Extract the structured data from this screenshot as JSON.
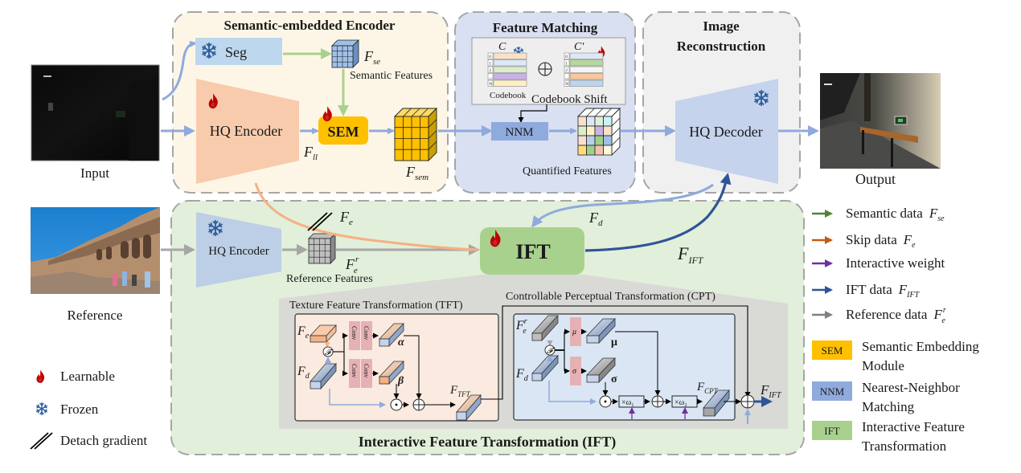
{
  "labels": {
    "input": "Input",
    "reference": "Reference",
    "output": "Output"
  },
  "encoder": {
    "title": "Semantic-embedded Encoder",
    "seg": "Seg",
    "hq_encoder": "HQ Encoder",
    "sem": "SEM",
    "f_se": "F",
    "f_se_sub": "se",
    "semantic_features": "Semantic Features",
    "f_ll": "F",
    "f_ll_sub": "ll",
    "f_sem": "F",
    "f_sem_sub": "sem"
  },
  "matching": {
    "title": "Feature Matching",
    "codebook_c": "C",
    "codebook_c_prime": "C'",
    "codebook": "Codebook",
    "codebook_shift": "Codebook Shift",
    "nnm": "NNM",
    "quantified_features": "Quantified Features",
    "rows": [
      "0",
      "1",
      "2",
      "...",
      "N"
    ],
    "codebook_colors": [
      "#fbe0c8",
      "#dce8f5",
      "#dceccd",
      "#c9b2e6",
      "#fff0c4"
    ],
    "shift_colors": [
      "#dce8f5",
      "#b7d7a0",
      "#f5f5f5",
      "#f8c8a0",
      "#bcd6ee"
    ],
    "quant_colors": [
      [
        "#f9dfce",
        "#dce8f5",
        "#e1efd5",
        "#c7f5f7"
      ],
      [
        "#dcefc9",
        "#fff1c2",
        "#c9b2e6",
        "#fbe0c8"
      ],
      [
        "#f9dfce",
        "#b7d0ea",
        "#9fd089",
        "#9fc0e8"
      ],
      [
        "#ffdc7a",
        "#9fd089",
        "#f5c0b0",
        "#fff8dd"
      ]
    ]
  },
  "reconstruction": {
    "title_line1": "Image",
    "title_line2": "Reconstruction",
    "hq_decoder": "HQ Decoder"
  },
  "ift": {
    "title": "Interactive Feature Transformation (IFT)",
    "block": "IFT",
    "hq_encoder": "HQ Encoder",
    "reference_features": "Reference Features",
    "f_e": "F",
    "f_e_sub": "e",
    "f_er_sup": "r",
    "f_d": "F",
    "f_d_sub": "d",
    "f_ift": "F",
    "f_ift_sub": "IFT",
    "tft_title": "Texture Feature Transformation (TFT)",
    "cpt_title": "Controllable Perceptual Transformation (CPT)",
    "conv": "Conv",
    "alpha": "α",
    "beta": "β",
    "mu": "μ",
    "sigma": "σ",
    "f_tft_sub": "TFT",
    "f_cpt_sub": "CPT",
    "fusion": "𝓕",
    "w1": "×ω₁",
    "w2": "×ω₂"
  },
  "legend": {
    "learnable": "Learnable",
    "frozen": "Frozen",
    "detach": "Detach gradient",
    "arrows": [
      {
        "label": "Semantic data",
        "sym": "F",
        "sub": "se",
        "sup": "",
        "color": "#548235"
      },
      {
        "label": "Skip data",
        "sym": "F",
        "sub": "e",
        "sup": "",
        "color": "#c55a11"
      },
      {
        "label": "Interactive weight",
        "sym": "",
        "sub": "",
        "sup": "",
        "color": "#7030a0"
      },
      {
        "label": "IFT data",
        "sym": "F",
        "sub": "IFT",
        "sup": "",
        "color": "#2f5597"
      },
      {
        "label": "Reference data",
        "sym": "F",
        "sub": "e",
        "sup": "r",
        "color": "#808080"
      }
    ],
    "modules": [
      {
        "abbr": "SEM",
        "line1": "Semantic Embedding",
        "line2": "Module",
        "color": "#ffc000"
      },
      {
        "abbr": "NNM",
        "line1": "Nearest-Neighbor",
        "line2": "Matching",
        "color": "#8faadc"
      },
      {
        "abbr": "IFT",
        "line1": "Interactive Feature",
        "line2": "Transformation",
        "color": "#a9d18e"
      }
    ]
  },
  "colors": {
    "encoder_bg": "#fdf6e6",
    "matching_bg": "#d9e0f2",
    "recon_bg": "#f0f0f0",
    "ift_bg": "#e2efda",
    "seg_box": "#bdd7ee",
    "hq_encoder": "#f8cbad",
    "sem": "#ffc000",
    "nnm": "#8faadc",
    "hq_decoder": "#c5d3ec",
    "ift_box": "#a9d18e",
    "main_arrow": "#8faadc",
    "flame": "#c00000",
    "snow": "#2e5e9a"
  }
}
